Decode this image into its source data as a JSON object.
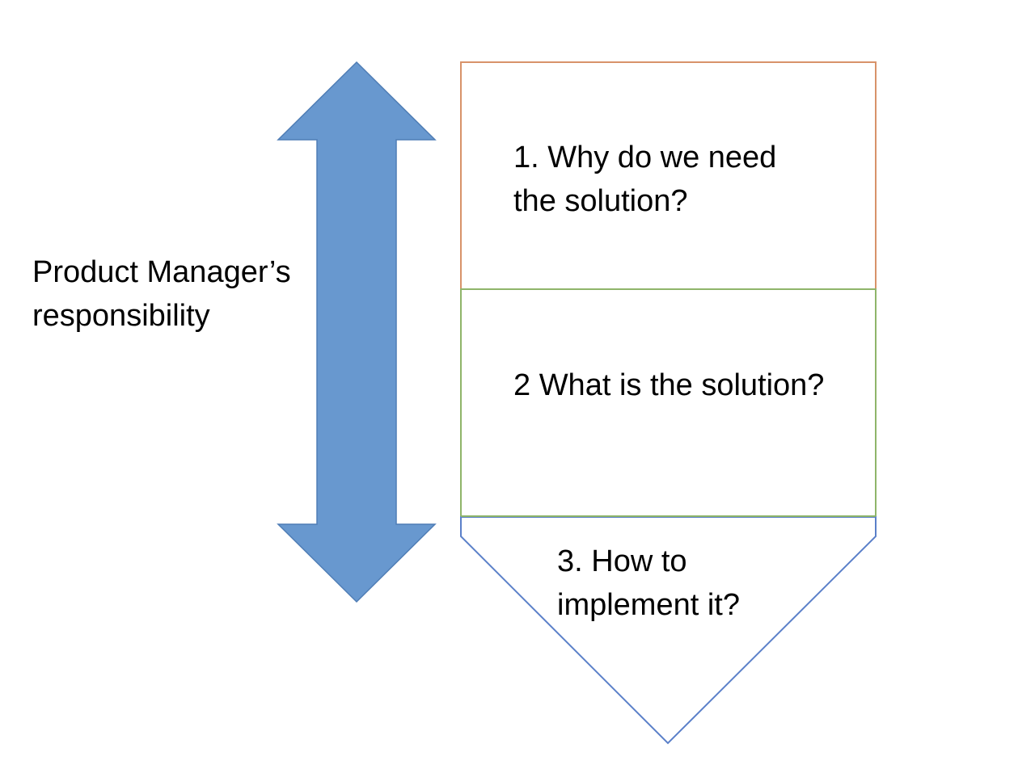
{
  "responsibility": {
    "line1": "Product Manager’s",
    "line2": "responsibility"
  },
  "steps": [
    {
      "line1": "1. Why do we need",
      "line2": "the solution?"
    },
    {
      "line1": "2 What is the solution?"
    },
    {
      "line1": "3. How to",
      "line2": "implement it?"
    }
  ],
  "colors": {
    "arrow_fill": "#6898cf",
    "arrow_stroke": "#4f7db5",
    "step1_border": "#d8936a",
    "step2_border": "#8fb56a",
    "step3_border": "#5b80c9",
    "text": "#000000",
    "background": "#ffffff"
  },
  "icons": {
    "double_arrow": "up-down-arrow"
  }
}
